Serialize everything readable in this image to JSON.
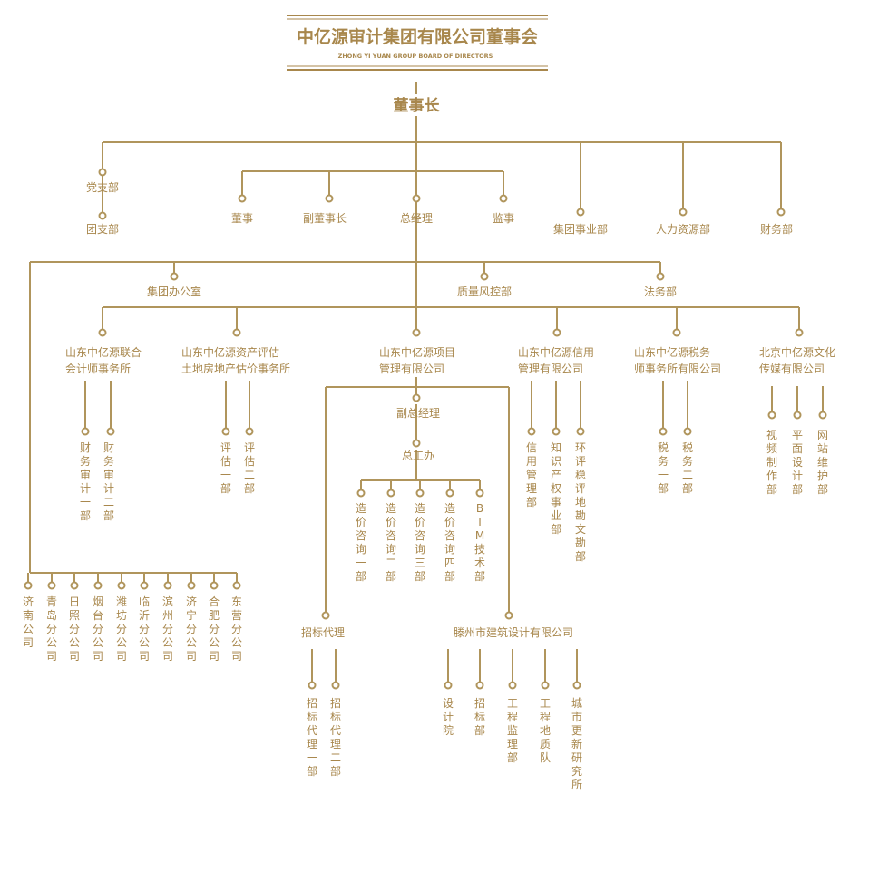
{
  "title": "中亿源审计集团有限公司董事会",
  "subtitle": "ZHONG YI YUAN GROUP BOARD OF DIRECTORS",
  "chairman": "董事长",
  "level2": {
    "party_branch": "党支部",
    "youth_branch": "团支部",
    "director": "董事",
    "vice_chairman": "副董事长",
    "general_manager": "总经理",
    "supervisor": "监事",
    "group_business": "集团事业部",
    "hr": "人力资源部",
    "finance": "财务部"
  },
  "level3": {
    "office": "集团办公室",
    "quality": "质量风控部",
    "legal": "法务部"
  },
  "companies": {
    "accounting": [
      "山东中亿源联合",
      "会计师事务所"
    ],
    "appraisal": [
      "山东中亿源资产评估",
      "土地房地产估价事务所"
    ],
    "project": [
      "山东中亿源项目",
      "管理有限公司"
    ],
    "credit": [
      "山东中亿源信用",
      "管理有限公司"
    ],
    "tax": [
      "山东中亿源税务",
      "师事务所有限公司"
    ],
    "culture": [
      "北京中亿源文化",
      "传媒有限公司"
    ]
  },
  "accounting_depts": [
    "财务审计一部",
    "财务审计二部"
  ],
  "appraisal_depts": [
    "评估一部",
    "评估二部"
  ],
  "credit_depts": [
    "信用管理部",
    "知识产权事业部",
    "环评稳评地勘文勘部"
  ],
  "tax_depts": [
    "税务一部",
    "税务二部"
  ],
  "culture_depts": [
    "视频制作部",
    "平面设计部",
    "网站维护部"
  ],
  "project": {
    "deputy_gm": "副总经理",
    "chief_engineer_office": "总工办",
    "consulting_depts": [
      "造价咨询一部",
      "造价咨询二部",
      "造价咨询三部",
      "造价咨询四部",
      "BIM技术部"
    ],
    "bidding_agency": "招标代理",
    "bidding_depts": [
      "招标代理一部",
      "招标代理二部"
    ],
    "tengzhou": "滕州市建筑设计有限公司",
    "tengzhou_depts": [
      "设计院",
      "招标部",
      "工程监理部",
      "工程地质队",
      "城市更新研究所"
    ]
  },
  "branches": [
    "济南公司",
    "青岛分公司",
    "日照分公司",
    "烟台分公司",
    "潍坊分公司",
    "临沂分公司",
    "滨州分公司",
    "济宁分公司",
    "合肥分公司",
    "东营分公司"
  ],
  "colors": {
    "gold": "#a8874c",
    "line": "#b0955c",
    "background": "#ffffff"
  }
}
